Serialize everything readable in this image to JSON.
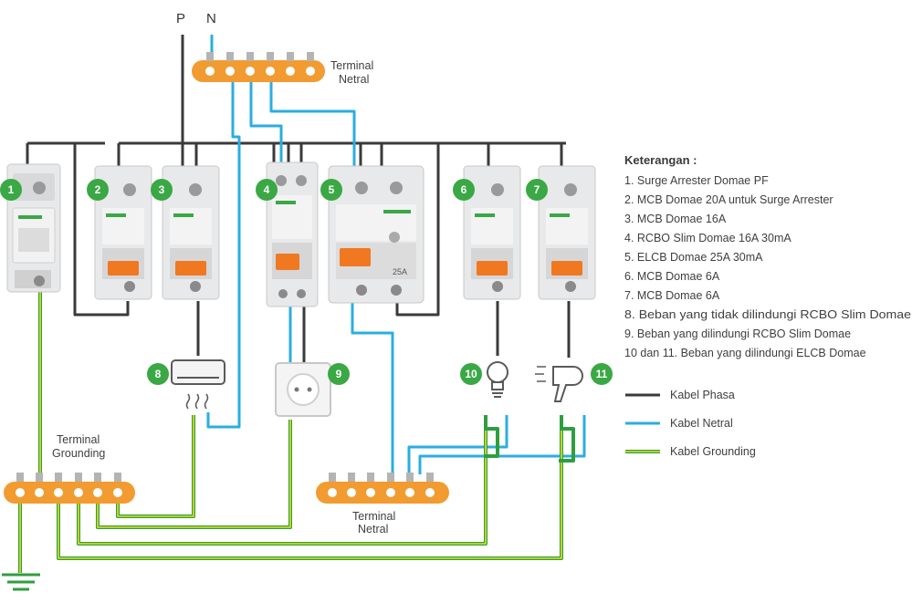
{
  "supply": {
    "phase_label": "P",
    "neutral_label": "N"
  },
  "terminals": {
    "netral_top": [
      "Terminal",
      "Netral"
    ],
    "grounding": [
      "Terminal",
      "Grounding"
    ],
    "netral_bottom": [
      "Terminal",
      "Netral"
    ]
  },
  "devices": [
    {
      "number": "1",
      "kind": "surge-arrester"
    },
    {
      "number": "2",
      "kind": "mcb"
    },
    {
      "number": "3",
      "kind": "mcb"
    },
    {
      "number": "4",
      "kind": "rcbo"
    },
    {
      "number": "5",
      "kind": "elcb",
      "rating": "25A"
    },
    {
      "number": "6",
      "kind": "mcb"
    },
    {
      "number": "7",
      "kind": "mcb"
    }
  ],
  "loads": [
    {
      "number": "8",
      "icon": "air-conditioner-icon"
    },
    {
      "number": "9",
      "icon": "wall-socket-icon"
    },
    {
      "number": "10",
      "icon": "light-bulb-icon"
    },
    {
      "number": "11",
      "icon": "hair-dryer-icon"
    }
  ],
  "legend": {
    "title": "Keterangan :",
    "items": [
      "1. Surge Arrester Domae PF",
      "2. MCB Domae 20A untuk Surge Arrester",
      "3. MCB Domae 16A",
      "4. RCBO Slim Domae 16A 30mA",
      "5. ELCB Domae 25A 30mA",
      "6. MCB Domae 6A",
      "7. MCB Domae 6A",
      "8. Beban yang tidak dilindungi RCBO Slim Domae",
      "9. Beban yang dilindungi RCBO Slim Domae",
      "10 dan 11. Beban yang dilindungi ELCB Domae"
    ]
  },
  "cable_legend": [
    {
      "label": "Kabel Phasa",
      "color": "#3a3a3a"
    },
    {
      "label": "Kabel Netral",
      "color": "#2aaee0"
    },
    {
      "label": "Kabel Grounding",
      "color": "#2e9e3e"
    }
  ],
  "colors": {
    "phase": "#3a3a3a",
    "neutral": "#2aaee0",
    "ground_green": "#2e9e3e",
    "ground_yellow": "#e8e020",
    "terminal_orange": "#f29b30",
    "badge_green": "#3aa845",
    "handle_orange": "#f07820"
  }
}
